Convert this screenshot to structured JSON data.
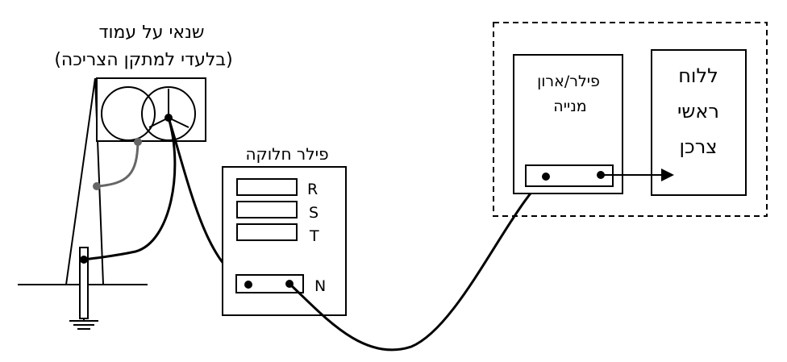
{
  "labels": {
    "transformer_title_line1": "שנאי על עמוד",
    "transformer_title_line2": "(בלעדי למתקן הצריכה)",
    "distribution_pillar": "פילר חלוקה",
    "phase_r": "R",
    "phase_s": "S",
    "phase_t": "T",
    "neutral": "N",
    "meter_pillar_line1": "פילר/ארון",
    "meter_pillar_line2": "מנייה",
    "main_panel_line1": "ללוח",
    "main_panel_line2": "ראשי",
    "main_panel_line3": "צרכן"
  },
  "colors": {
    "line": "#000000",
    "grey_wire": "#666666",
    "background": "#ffffff"
  }
}
